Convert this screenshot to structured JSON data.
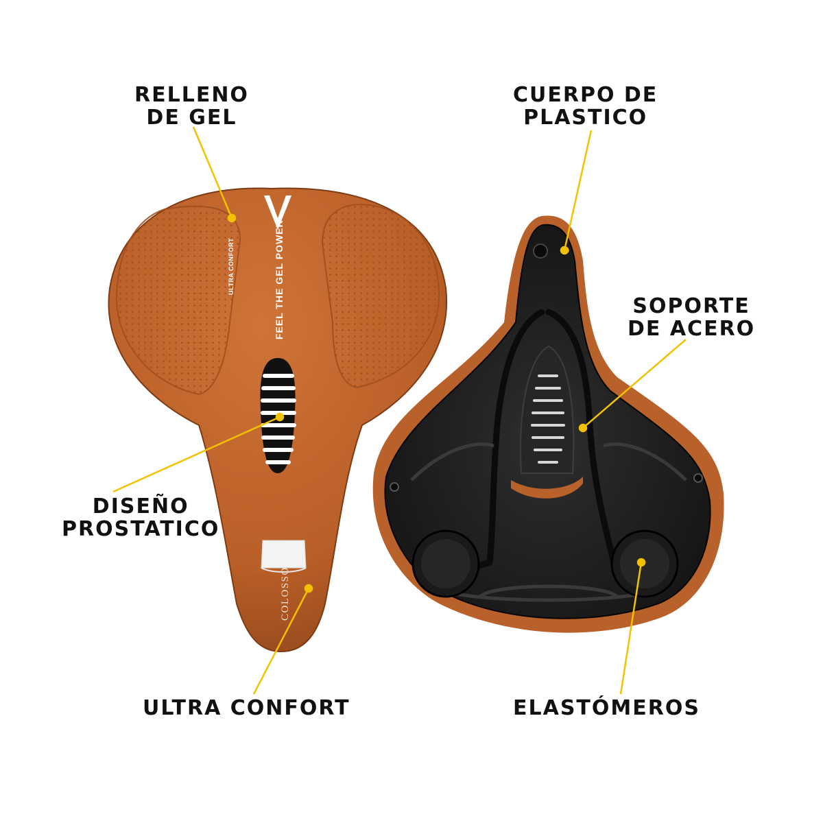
{
  "callouts": {
    "gel_fill": {
      "line1": "RELLENO",
      "line2": "DE GEL"
    },
    "plastic_body": {
      "line1": "CUERPO DE",
      "line2": "PLASTICO"
    },
    "steel_support": {
      "line1": "SOPORTE",
      "line2": "DE ACERO"
    },
    "prostatic_design": {
      "line1": "DISEÑO",
      "line2": "PROSTATICO"
    },
    "ultra_comfort": {
      "line1": "ULTRA CONFORT"
    },
    "elastomers": {
      "line1": "ELASTÓMEROS"
    }
  },
  "saddle_top": {
    "vertical_text": "FEEL THE GEL POWER",
    "side_text": "ULTRA CONFORT",
    "nose_text": "COLOSSO"
  },
  "colors": {
    "saddle_leather": "#c0652b",
    "saddle_dark": "#8f4519",
    "underside": "#1c1c1c",
    "leader_line": "#f2c200",
    "text": "#111111"
  }
}
